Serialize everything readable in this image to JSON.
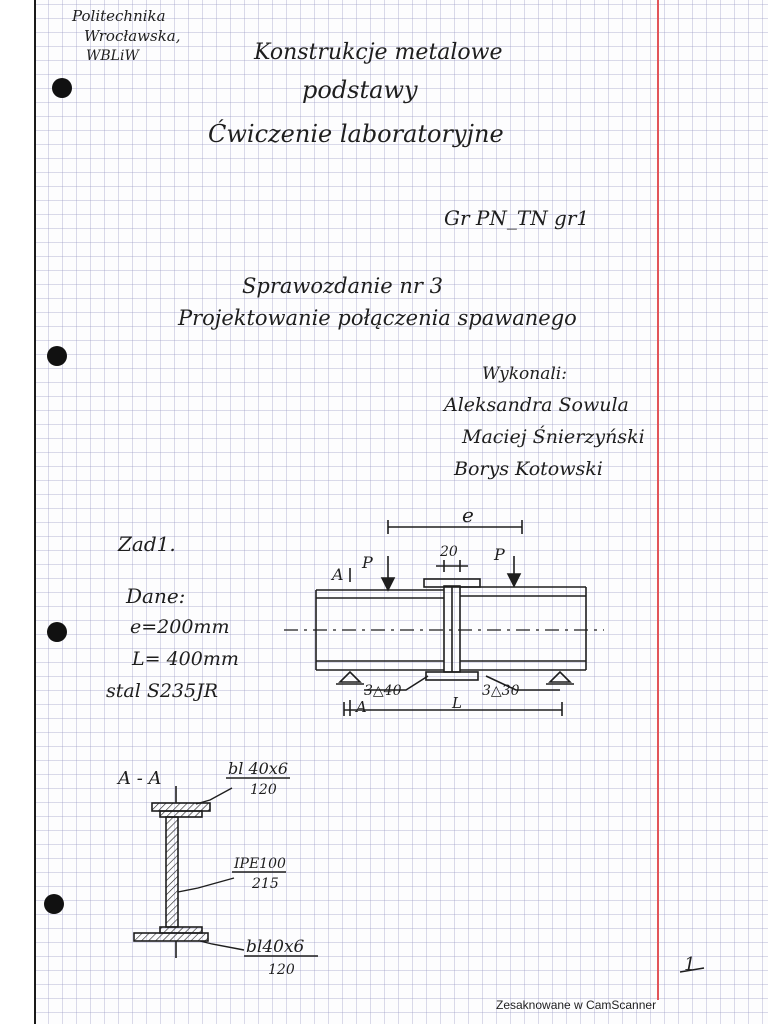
{
  "header": {
    "university": [
      "Politechnika",
      "Wrocławska,",
      "WBLiW"
    ],
    "title_line1": "Konstrukcje metalowe",
    "title_line2": "podstawy",
    "subtitle": "Ćwiczenie laboratoryjne",
    "group": "Gr PN_TN gr1"
  },
  "report": {
    "title": "Sprawozdanie nr 3",
    "topic": "Projektowanie połączenia spawanego",
    "authors_label": "Wykonali:",
    "authors": [
      "Aleksandra Sowula",
      "Maciej Śnierzyński",
      "Borys Kotowski"
    ]
  },
  "task": {
    "label": "Zad1.",
    "given_label": "Dane:",
    "given": [
      "e=200mm",
      "L= 400mm",
      "stal S235JR"
    ]
  },
  "drawing": {
    "dim_e": "e",
    "dim_20": "20",
    "load_left": "P",
    "load_right": "P",
    "section_mark": "A",
    "weld_left": "3△40",
    "weld_right": "3△30",
    "dim_L": "L",
    "section_mark_bottom": "A",
    "section_title": "A - A",
    "plate_top": "bl 40x6",
    "plate_top_len": "120",
    "beam": "IPE100",
    "beam_len": "215",
    "plate_bottom": "bl40x6",
    "plate_bottom_len": "120"
  },
  "page_number": "1",
  "footer_text": "Zesaknowane w CamScanner",
  "colors": {
    "ink": "#1e1e1e",
    "margin_line": "#e2555a",
    "grid": "#9696c3"
  }
}
